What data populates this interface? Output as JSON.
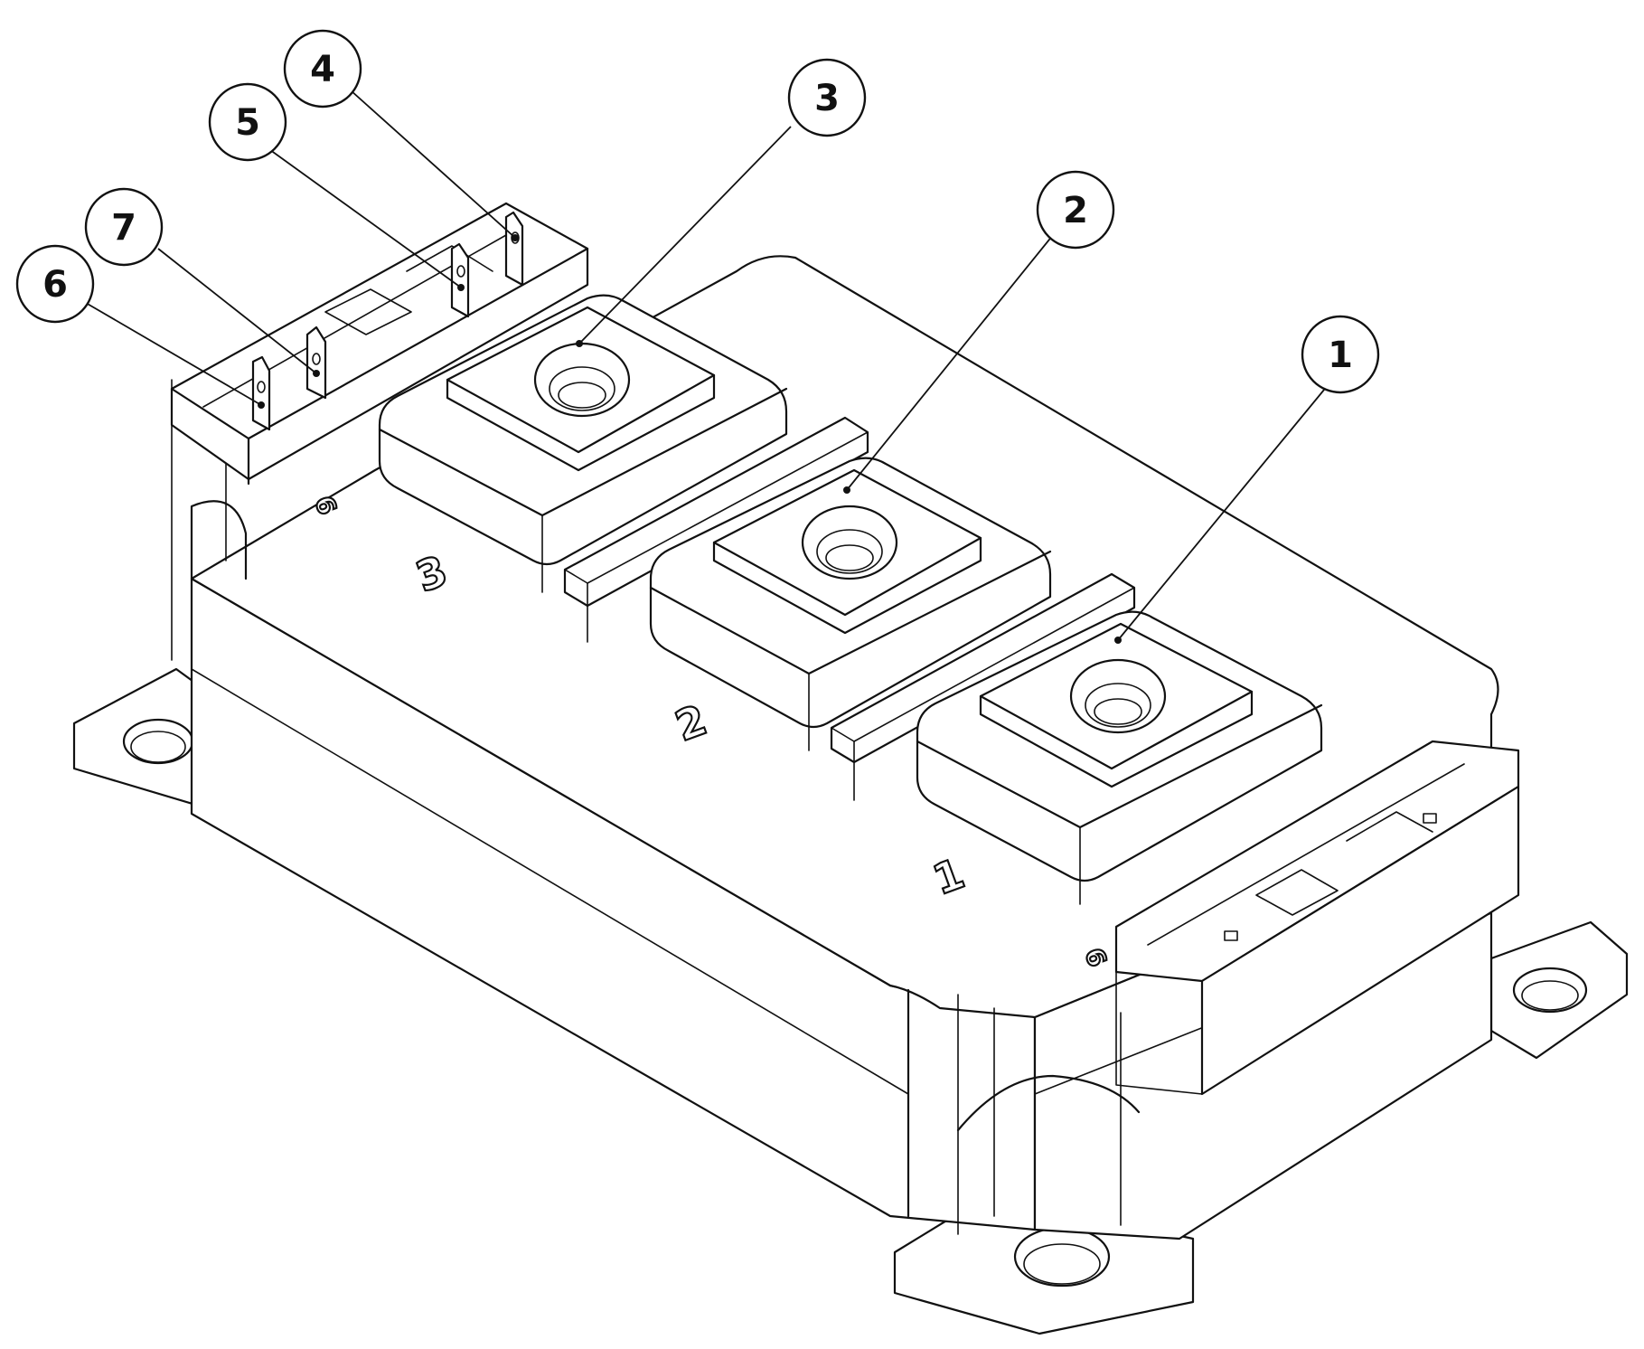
{
  "callouts": [
    {
      "id": "1",
      "label": "1"
    },
    {
      "id": "2",
      "label": "2"
    },
    {
      "id": "3",
      "label": "3"
    },
    {
      "id": "4",
      "label": "4"
    },
    {
      "id": "5",
      "label": "5"
    },
    {
      "id": "6",
      "label": "6"
    },
    {
      "id": "7",
      "label": "7"
    }
  ],
  "embossed_labels": {
    "terminal_1": "1",
    "terminal_2": "2",
    "terminal_3": "3",
    "aux_left": "6",
    "aux_right": "6"
  }
}
